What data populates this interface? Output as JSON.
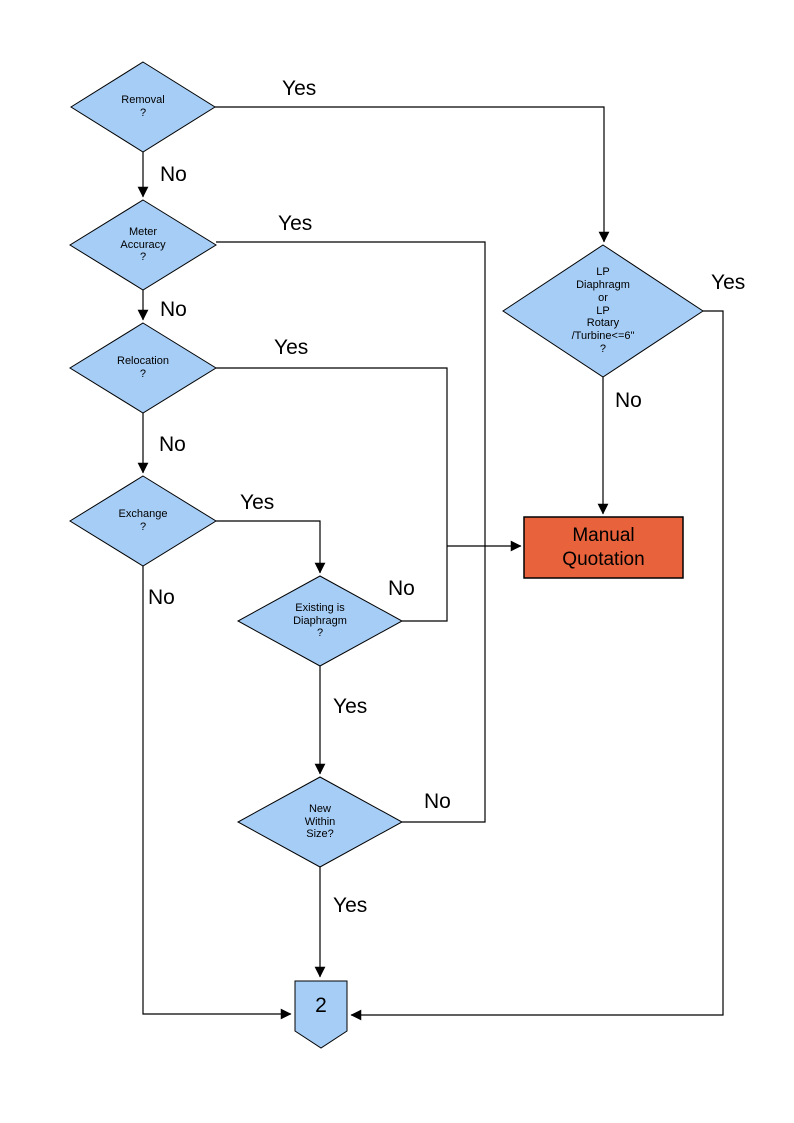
{
  "diagram": {
    "title": "meter change quotation decision flowchart",
    "nodes": {
      "removal": {
        "label": "Removal\n?",
        "type": "decision"
      },
      "meter_accuracy": {
        "label": "Meter\nAccuracy\n?",
        "type": "decision"
      },
      "relocation": {
        "label": "Relocation\n?",
        "type": "decision"
      },
      "exchange": {
        "label": "Exchange\n?",
        "type": "decision"
      },
      "existing_is_diaphragm": {
        "label": "Existing is\nDiaphragm\n?",
        "type": "decision"
      },
      "new_within_size": {
        "label": "New\nWithin\nSize?",
        "type": "decision"
      },
      "lp_meter_type": {
        "label": "LP\nDiaphragm\nor\nLP\nRotary\n/Turbine<=6\"\n?",
        "type": "decision"
      },
      "manual_quotation": {
        "label": "Manual\nQuotation",
        "type": "process"
      },
      "connector_2": {
        "label": "2",
        "type": "off-page-connector"
      }
    },
    "edges": {
      "removal_yes": "Yes",
      "removal_no": "No",
      "meter_yes": "Yes",
      "meter_no": "No",
      "relocation_yes": "Yes",
      "relocation_no": "No",
      "exchange_yes": "Yes",
      "exchange_no": "No",
      "existing_yes": "Yes",
      "existing_no": "No",
      "new_yes": "Yes",
      "new_no": "No",
      "lp_yes": "Yes",
      "lp_no": "No"
    },
    "colors": {
      "decision_fill": "#A6CDF6",
      "process_fill": "#E8623C",
      "connector_fill": "#A6CDF6",
      "line": "#000000"
    }
  }
}
